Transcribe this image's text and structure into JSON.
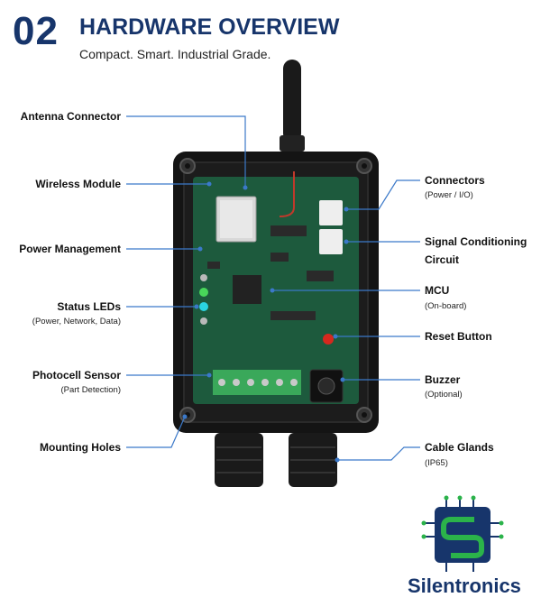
{
  "header": {
    "number": "02",
    "title": "HARDWARE OVERVIEW",
    "subtitle": "Compact. Smart. Industrial Grade."
  },
  "labels_left": [
    {
      "name": "Antenna Connector",
      "sub": ""
    },
    {
      "name": "Wireless Module",
      "sub": ""
    },
    {
      "name": "Power Management",
      "sub": ""
    },
    {
      "name": "Status LEDs",
      "sub": "(Power, Network, Data)"
    },
    {
      "name": "Photocell Sensor",
      "sub": "(Part Detection)"
    },
    {
      "name": "Mounting Holes",
      "sub": ""
    }
  ],
  "labels_right": [
    {
      "name": "Connectors",
      "sub": "(Power / I/O)"
    },
    {
      "name": "Signal Conditioning",
      "sub": "Circuit"
    },
    {
      "name": "MCU",
      "sub": "(On-board)"
    },
    {
      "name": "Reset Button",
      "sub": ""
    },
    {
      "name": "Buzzer",
      "sub": "(Optional)"
    },
    {
      "name": "Cable Glands",
      "sub": "(IP65)"
    }
  ],
  "brand": {
    "name": "Silentronics"
  },
  "colors": {
    "accent": "#17356b",
    "leader": "#3b79c9",
    "pcb": "#1d5a3d",
    "brand_green": "#2bb34a"
  }
}
